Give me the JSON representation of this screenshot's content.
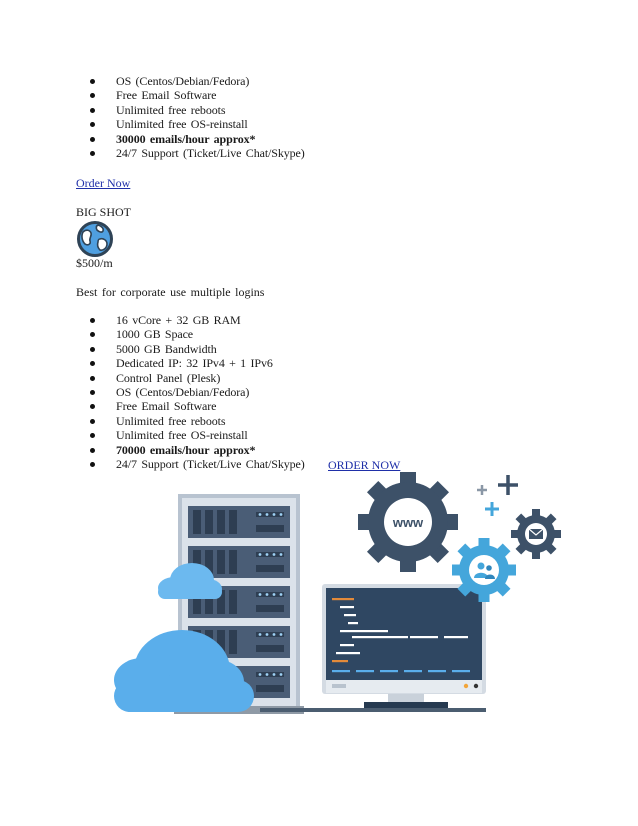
{
  "list1": [
    {
      "text": "OS (Centos/Debian/Fedora)",
      "bold": false
    },
    {
      "text": "Free Email  Software",
      "bold": false
    },
    {
      "text": "Unlimited  free reboots",
      "bold": false
    },
    {
      "text": "Unlimited  free OS-reinstall",
      "bold": false
    },
    {
      "text": "30000 emails/hour  approx*",
      "bold": true
    },
    {
      "text": "24/7  Support (Ticket/Live  Chat/Skype)",
      "bold": false
    }
  ],
  "order_link": "Order Now",
  "plan_name": "BIG SHOT",
  "plan_icon": "globe-icon",
  "price": "$500/m",
  "description": "Best for corporate use multiple  logins",
  "list2": [
    {
      "text": "16 vCore + 32 GB RAM",
      "bold": false
    },
    {
      "text": "1000 GB Space",
      "bold": false
    },
    {
      "text": "5000 GB Bandwidth",
      "bold": false
    },
    {
      "text": "Dedicated  IP: 32 IPv4 + 1 IPv6",
      "bold": false
    },
    {
      "text": "Control Panel (Plesk)",
      "bold": false
    },
    {
      "text": "OS (Centos/Debian/Fedora)",
      "bold": false
    },
    {
      "text": "Free Email  Software",
      "bold": false
    },
    {
      "text": "Unlimited  free reboots",
      "bold": false
    },
    {
      "text": "Unlimited  free OS-reinstall",
      "bold": false
    },
    {
      "text": "70000 emails/hour  approx*",
      "bold": true
    },
    {
      "text": "24/7  Support (Ticket/Live  Chat/Skype)",
      "bold": false
    }
  ],
  "order_link_2": "ORDER NOW",
  "illustration": {
    "gear_label": "www",
    "icons": [
      "server-rack-icon",
      "cloud-icon",
      "monitor-icon",
      "gear-icon",
      "users-icon",
      "mail-icon",
      "plus-icon"
    ]
  },
  "colors": {
    "link": "#1f2fa8",
    "server": "#4a5d76",
    "cloud": "#5aaeeb",
    "gear_dark": "#3d5168",
    "gear_light": "#44a6db"
  }
}
